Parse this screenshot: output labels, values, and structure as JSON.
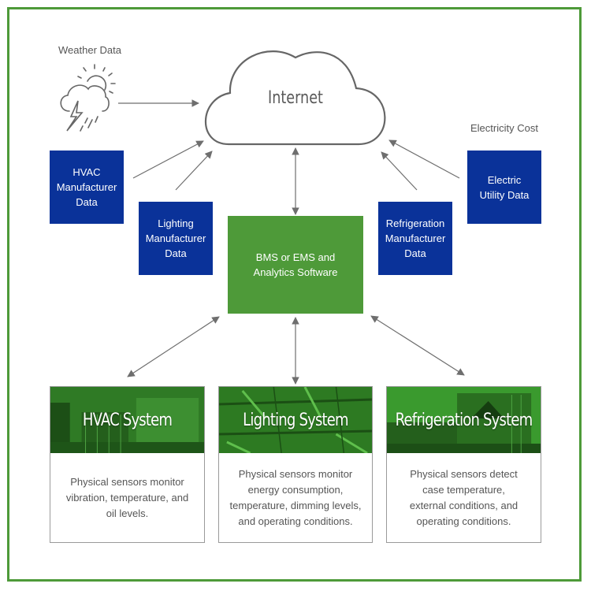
{
  "labels": {
    "weather": "Weather Data",
    "electricity": "Electricity Cost"
  },
  "internet": {
    "label": "Internet"
  },
  "sources": {
    "hvac": "HVAC Manufacturer Data",
    "lighting": "Lighting Manufacturer Data",
    "refrigeration": "Refrigeration Manufacturer Data",
    "utility": "Electric Utility Data"
  },
  "hub": {
    "label": "BMS or EMS and Analytics Software"
  },
  "systems": [
    {
      "title": "HVAC System",
      "description": "Physical sensors monitor vibration, temperature, and oil levels."
    },
    {
      "title": "Lighting System",
      "description": "Physical sensors monitor energy consumption, temperature, dimming levels, and operating conditions."
    },
    {
      "title": "Refrigeration System",
      "description": "Physical sensors detect case temperature, external conditions, and operating conditions."
    }
  ],
  "icons": {
    "weather": "storm-sun-cloud-icon"
  },
  "colors": {
    "frame": "#4e9a39",
    "source_box": "#0a3299",
    "hub_box": "#4e9a39",
    "arrow": "#6e6e6e"
  }
}
